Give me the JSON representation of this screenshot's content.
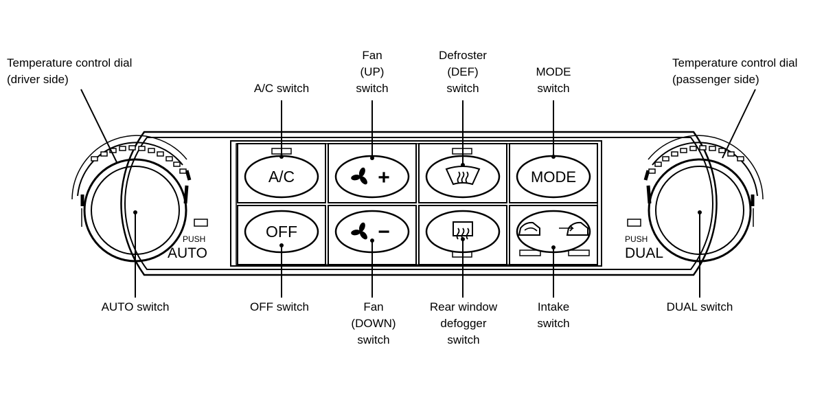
{
  "labels": {
    "temp_driver": [
      "Temperature control dial",
      "(driver side)"
    ],
    "temp_passenger": [
      "Temperature control dial",
      "(passenger side)"
    ],
    "ac_switch": "A/C switch",
    "fan_up": [
      "Fan",
      "(UP)",
      "switch"
    ],
    "defroster": [
      "Defroster",
      "(DEF)",
      "switch"
    ],
    "mode_switch": [
      "MODE",
      "switch"
    ],
    "auto_switch": "AUTO switch",
    "off_switch": "OFF switch",
    "fan_down": [
      "Fan",
      "(DOWN)",
      "switch"
    ],
    "rear_defogger": [
      "Rear window",
      "defogger",
      "switch"
    ],
    "intake": [
      "Intake",
      "switch"
    ],
    "dual_switch": "DUAL switch"
  },
  "panel": {
    "ac_button": "A/C",
    "mode_button": "MODE",
    "off_button": "OFF",
    "fan_up_symbol": "+",
    "fan_down_symbol": "−",
    "auto_push": "PUSH",
    "auto_text": "AUTO",
    "dual_push": "PUSH",
    "dual_text": "DUAL"
  },
  "icons": [
    "fan-icon",
    "windshield-defrost-icon",
    "rear-defrost-icon",
    "recirculation-icon",
    "fresh-air-icon"
  ],
  "colors": {
    "line": "#000000",
    "background": "#ffffff"
  }
}
